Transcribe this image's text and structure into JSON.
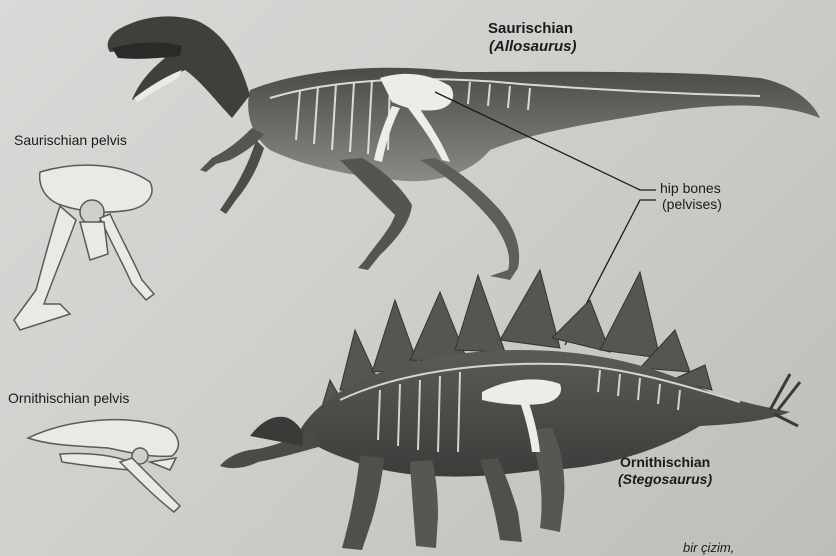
{
  "labels": {
    "saurischian_title": "Saurischian",
    "saurischian_genus": "(Allosaurus)",
    "saurischian_pelvis": "Saurischian pelvis",
    "hip_bones": "hip bones",
    "pelvises": "(pelvises)",
    "ornithischian_pelvis": "Ornithischian pelvis",
    "ornithischian_title": "Ornithischian",
    "ornithischian_genus": "(Stegosaurus)",
    "cut_caption": "bir çizim,"
  },
  "colors": {
    "paper": "#d4d4d1",
    "ink": "#1b1b1b",
    "dino_dark": "#3a3a38",
    "dino_mid": "#6f6f6c",
    "bone": "#e8e8e4"
  }
}
